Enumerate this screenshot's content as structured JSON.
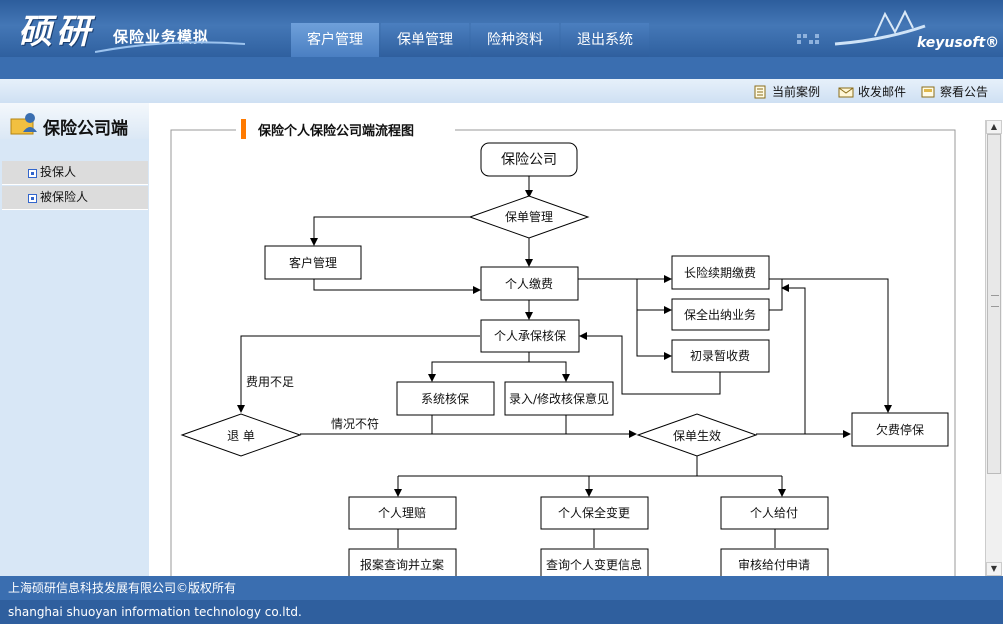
{
  "header": {
    "logo": "硕研",
    "subtitle": "保险业务模拟",
    "brand": "keyusoft®",
    "nav": [
      "客户管理",
      "保单管理",
      "险种资料",
      "退出系统"
    ],
    "active_nav": 0
  },
  "toolbar": {
    "items": [
      "当前案例",
      "收发邮件",
      "察看公告"
    ]
  },
  "sidebar": {
    "title": "保险公司端",
    "items": [
      "投保人",
      "被保险人"
    ]
  },
  "main": {
    "flow_title": "保险个人保险公司端流程图",
    "nodes": {
      "company": "保险公司",
      "policy_mgmt": "保单管理",
      "customer_mgmt": "客户管理",
      "personal_payment": "个人缴费",
      "long_term_renewal": "长险续期缴费",
      "preservation_cashier": "保全出纳业务",
      "initial_receipt": "初录暂收费",
      "underwriting": "个人承保核保",
      "system_underwriting": "系统核保",
      "edit_opinion": "录入/修改核保意见",
      "refund": "退 单",
      "policy_effective": "保单生效",
      "lapse": "欠费停保",
      "claim": "个人理赔",
      "pres_change": "个人保全变更",
      "payout": "个人给付",
      "report_case": "报案查询并立案",
      "query_change": "查询个人变更信息",
      "review_payout": "审核给付申请"
    },
    "labels": {
      "insufficient_fee": "费用不足",
      "mismatch": "情况不符"
    }
  },
  "footer": {
    "line1": "上海硕研信息科技发展有限公司©版权所有",
    "line2": "shanghai shuoyan information technology co.ltd."
  },
  "colors": {
    "header_blue": "#3a6eb0",
    "title_accent": "#ff7a00"
  }
}
